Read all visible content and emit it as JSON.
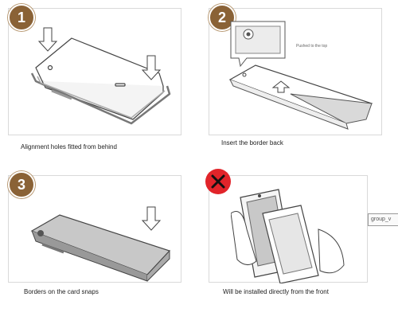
{
  "steps": [
    {
      "number": "1",
      "caption": "Alignment holes fitted from behind"
    },
    {
      "number": "2",
      "caption": "Insert the border back",
      "note": "Pushed to the top"
    },
    {
      "number": "3",
      "caption": "Borders on the card snaps"
    },
    {
      "number": "",
      "caption": "Will be installed directly from the front"
    }
  ],
  "side_tag": "group_v",
  "colors": {
    "badge": "#8a6236",
    "wrong": "#e1242a"
  }
}
